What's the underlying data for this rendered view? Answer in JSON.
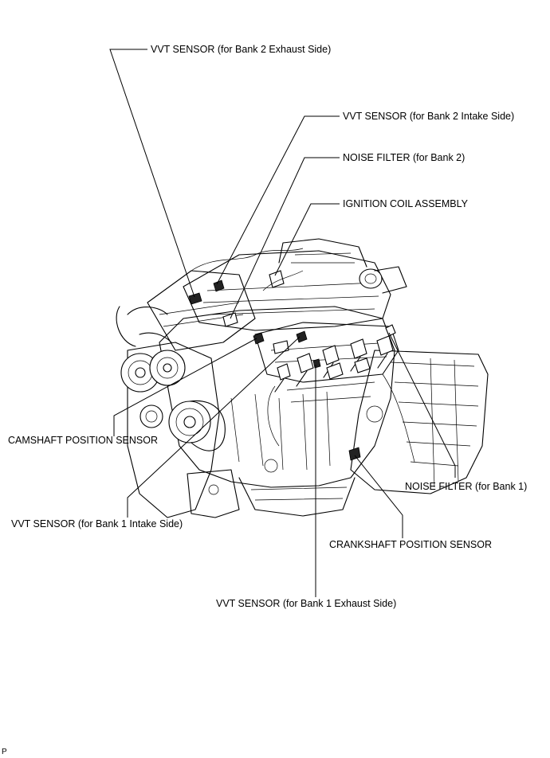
{
  "labels": {
    "vvt_b2_exhaust": "VVT SENSOR (for Bank 2 Exhaust Side)",
    "vvt_b2_intake": "VVT SENSOR (for Bank 2 Intake Side)",
    "noise_filter_b2": "NOISE FILTER (for Bank 2)",
    "ignition_coil": "IGNITION COIL ASSEMBLY",
    "camshaft_sensor": "CAMSHAFT POSITION SENSOR",
    "vvt_b1_intake": "VVT SENSOR (for Bank 1 Intake Side)",
    "noise_filter_b1": "NOISE FILTER (for Bank 1)",
    "crankshaft_sensor": "CRANKSHAFT POSITION SENSOR",
    "vvt_b1_exhaust": "VVT SENSOR (for Bank 1 Exhaust Side)"
  },
  "footer": {
    "code": "P"
  }
}
